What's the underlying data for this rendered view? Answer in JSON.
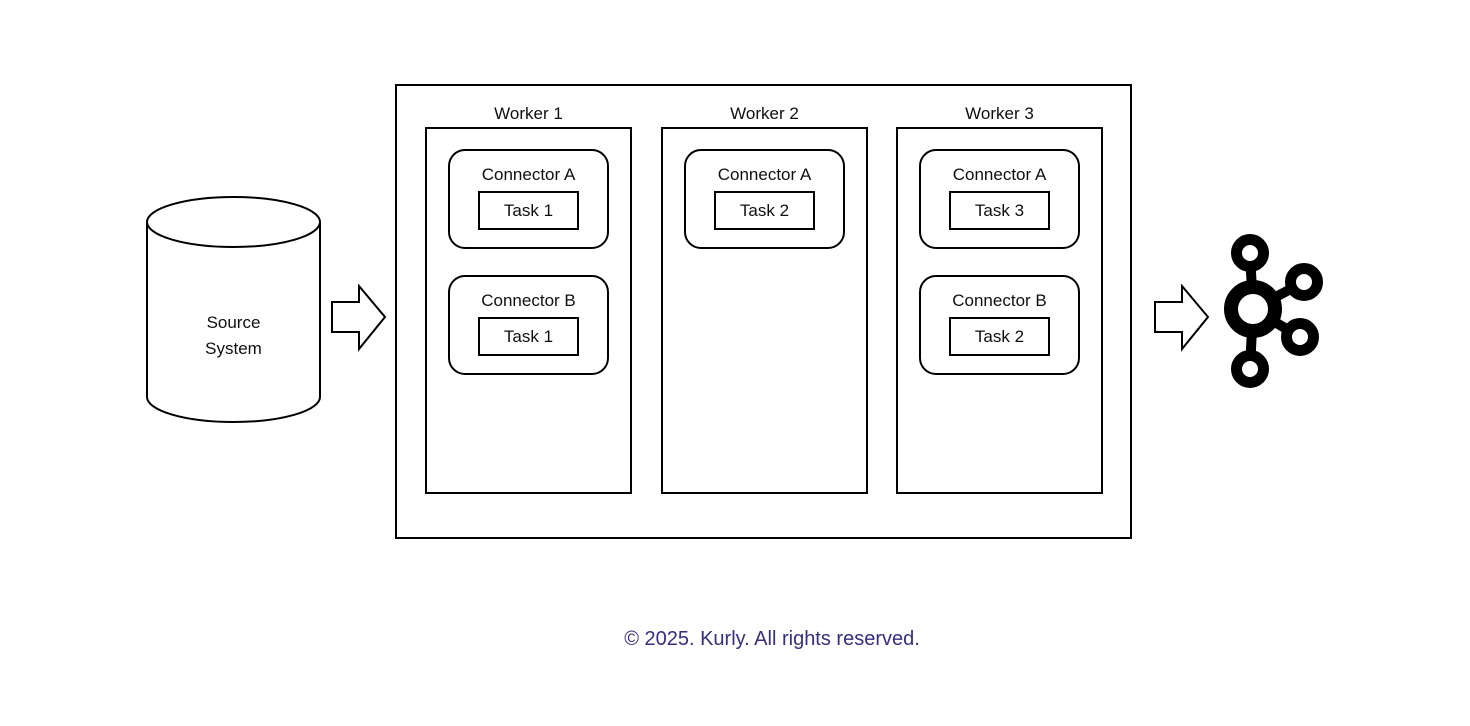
{
  "source": {
    "line1": "Source",
    "line2": "System"
  },
  "cluster": {
    "workers": [
      {
        "name": "Worker 1",
        "connectors": [
          {
            "name": "Connector A",
            "task": "Task 1"
          },
          {
            "name": "Connector B",
            "task": "Task 1"
          }
        ]
      },
      {
        "name": "Worker 2",
        "connectors": [
          {
            "name": "Connector A",
            "task": "Task 2"
          }
        ]
      },
      {
        "name": "Worker 3",
        "connectors": [
          {
            "name": "Connector A",
            "task": "Task 3"
          },
          {
            "name": "Connector B",
            "task": "Task 2"
          }
        ]
      }
    ]
  },
  "icons": {
    "flow_arrow": "block-arrow-right",
    "sink_logo": "kafka-icon"
  },
  "footer": {
    "copyright": "© 2025. Kurly. All rights reserved."
  },
  "colors": {
    "line": "#000000",
    "background": "#ffffff",
    "footer_text": "#362f7e"
  }
}
